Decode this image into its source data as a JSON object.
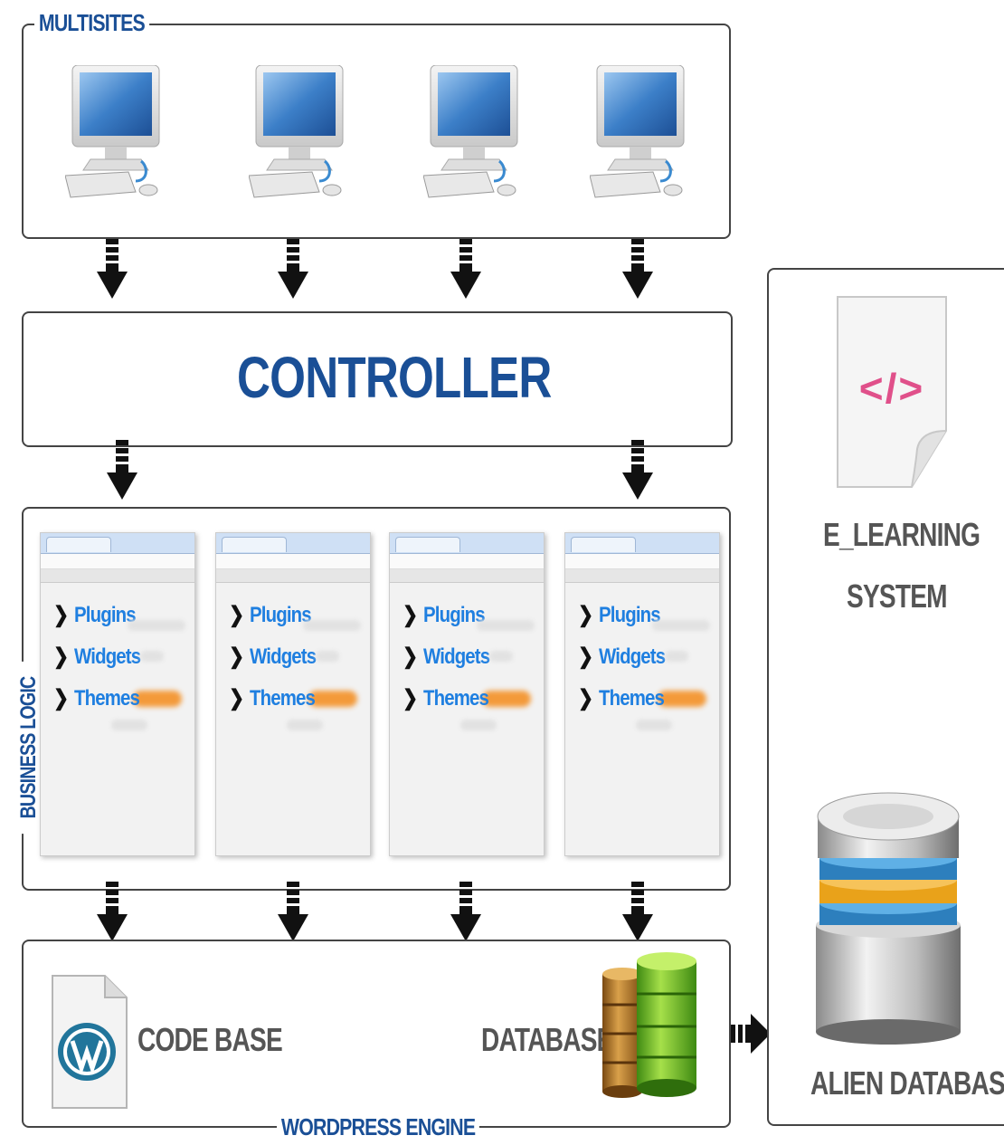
{
  "multisites": {
    "title": "MULTISITES",
    "computers": [
      "computer-1",
      "computer-2",
      "computer-3",
      "computer-4"
    ]
  },
  "controller": {
    "title": "CONTROLLER"
  },
  "business_logic": {
    "title": "BUSINESS LOGIC",
    "menu_items": [
      "Plugins",
      "Widgets",
      "Themes"
    ]
  },
  "wordpress_engine": {
    "title": "WORDPRESS ENGINE",
    "code_base": "CODE BASE",
    "database": "DATABASE"
  },
  "external": {
    "system_line1": "E_LEARNING",
    "system_line2": "SYSTEM",
    "code_symbol": "</>",
    "alien_database": "ALIEN DATABASE"
  },
  "colors": {
    "title_blue": "#1a4f96",
    "link_blue": "#1f7fe0",
    "gray_text": "#555555",
    "code_pink": "#e0508a"
  }
}
